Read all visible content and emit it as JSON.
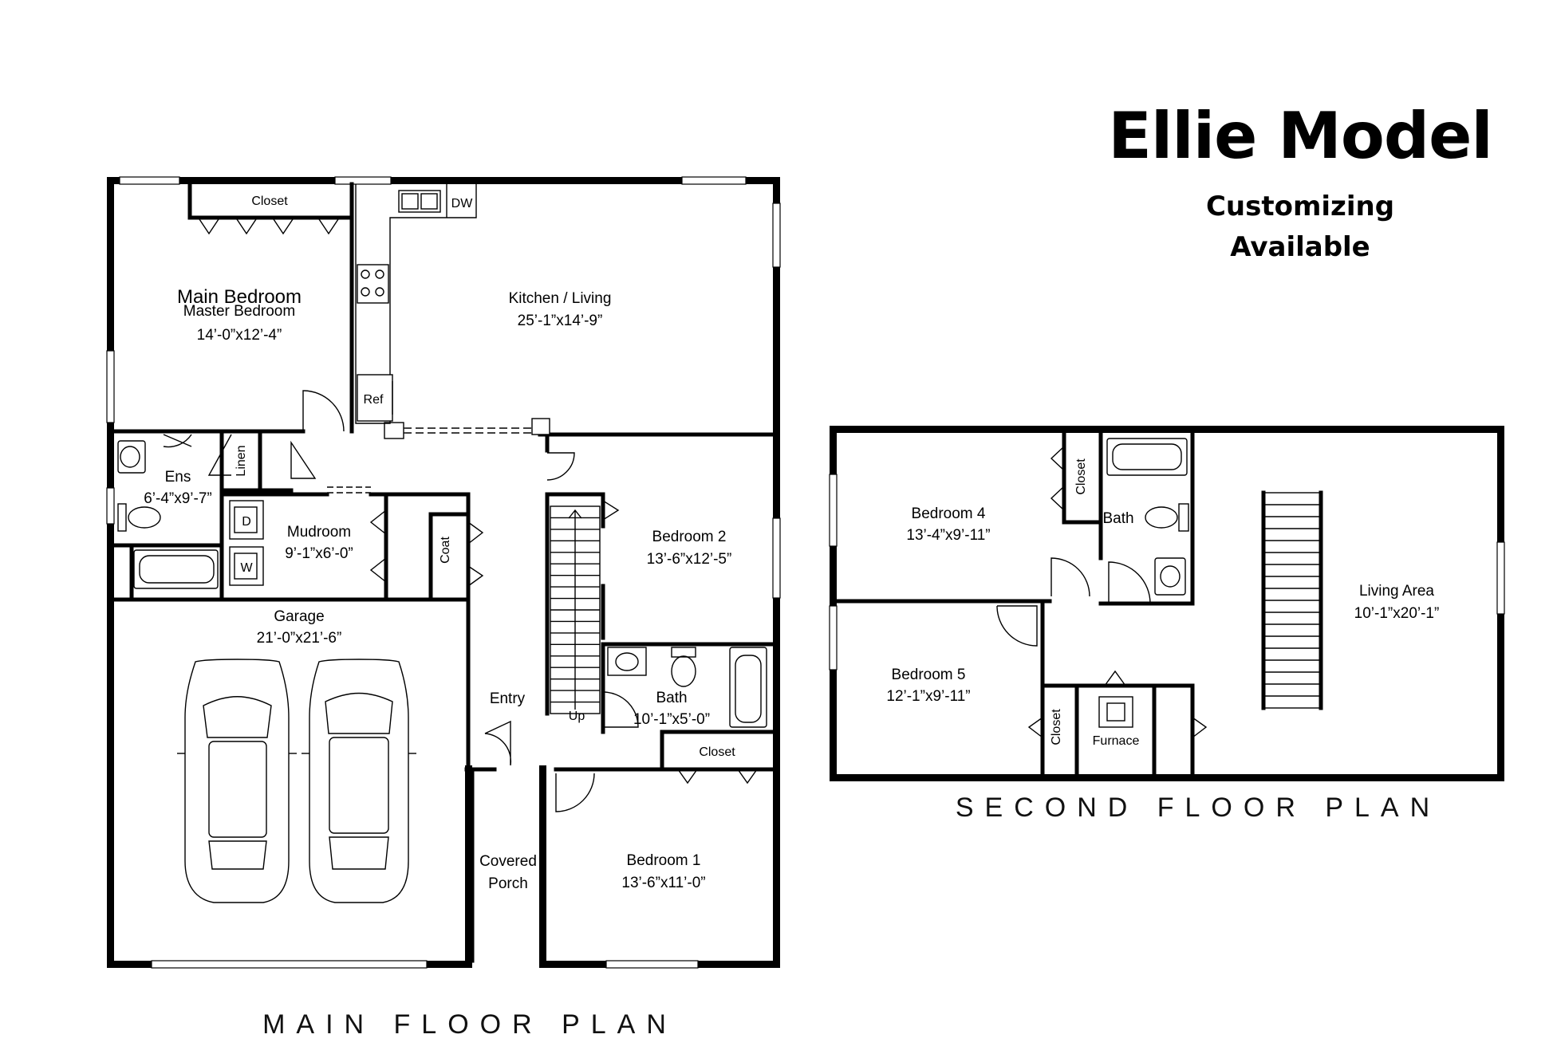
{
  "title": "Ellie Model",
  "subtitle_line1": "Customizing",
  "subtitle_line2": "Available",
  "main_floor": {
    "label": "MAIN FLOOR PLAN",
    "rooms": {
      "master_bedroom": {
        "name_overlay": "Main Bedroom",
        "name": "Master Bedroom",
        "dims": "14’-0”x12’-4”"
      },
      "kitchen_living": {
        "name": "Kitchen / Living",
        "dims": "25’-1”x14’-9”"
      },
      "ensuite": {
        "name": "Ens",
        "dims": "6’-4”x9’-7”"
      },
      "mudroom": {
        "name": "Mudroom",
        "dims": "9’-1”x6’-0”"
      },
      "bedroom_2": {
        "name": "Bedroom 2",
        "dims": "13’-6”x12’-5”"
      },
      "garage": {
        "name": "Garage",
        "dims": "21’-0”x21’-6”"
      },
      "bath": {
        "name": "Bath",
        "dims": "10’-1”x5’-0”"
      },
      "bedroom_1": {
        "name": "Bedroom 1",
        "dims": "13’-6”x11’-0”"
      },
      "entry": {
        "name": "Entry"
      },
      "covered_porch": {
        "line1": "Covered",
        "line2": "Porch"
      }
    },
    "fixtures": {
      "closet_top": "Closet",
      "dishwasher": "DW",
      "refrigerator": "Ref",
      "linen": "Linen",
      "dryer": "D",
      "washer": "W",
      "coat": "Coat",
      "stairs_up": "Up",
      "closet_bedroom1": "Closet"
    }
  },
  "second_floor": {
    "label": "SECOND FLOOR PLAN",
    "rooms": {
      "bedroom_4": {
        "name": "Bedroom 4",
        "dims": "13’-4”x9’-11”"
      },
      "bedroom_5": {
        "name": "Bedroom 5",
        "dims": "12’-1”x9’-11”"
      },
      "bath": {
        "name": "Bath"
      },
      "living_area": {
        "name": "Living Area",
        "dims": "10’-1”x20’-1”"
      }
    },
    "fixtures": {
      "closet_upper": "Closet",
      "closet_lower": "Closet",
      "furnace": "Furnace"
    }
  }
}
